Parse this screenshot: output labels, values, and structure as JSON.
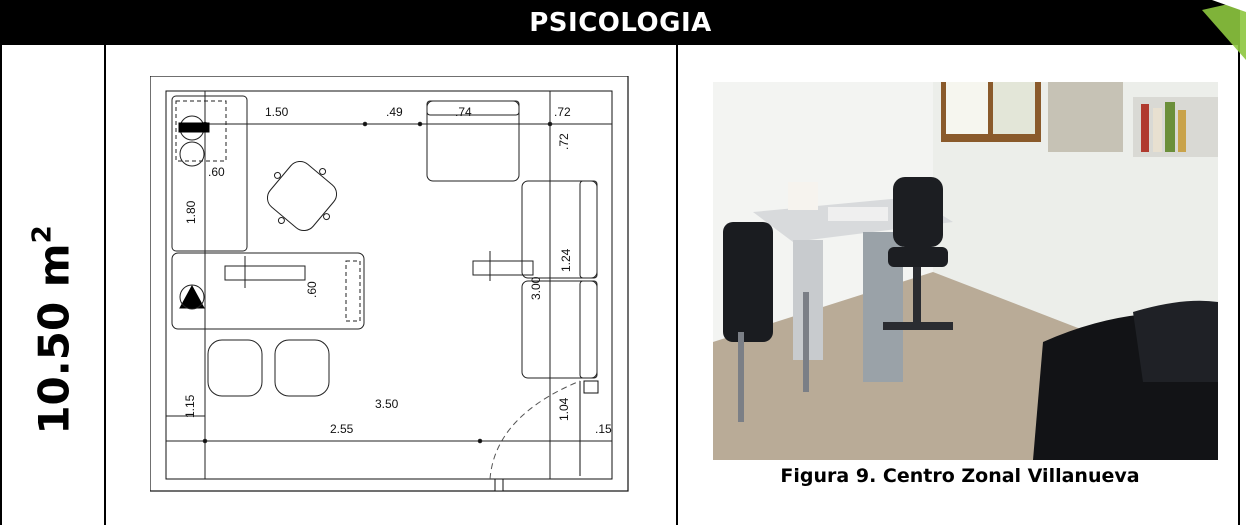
{
  "header": {
    "title": "PSICOLOGIA"
  },
  "area": {
    "value": "10.50 m",
    "exponent": "2"
  },
  "plan": {
    "dims": {
      "d150": "1.50",
      "d049": ".49",
      "d074": ".74",
      "d072a": ".72",
      "d072b": ".72",
      "d060a": ".60",
      "d180": "1.80",
      "d060b": ".60",
      "d124": "1.24",
      "d300": "3.00",
      "d115": "1.15",
      "d350": "3.50",
      "d255": "2.55",
      "d104": "1.04",
      "d015": ".15"
    }
  },
  "photo": {
    "caption": "Figura 9. Centro Zonal Villanueva"
  },
  "colors": {
    "header_bg": "#000000",
    "header_text": "#ffffff",
    "logo_green": "#8dc63f"
  }
}
